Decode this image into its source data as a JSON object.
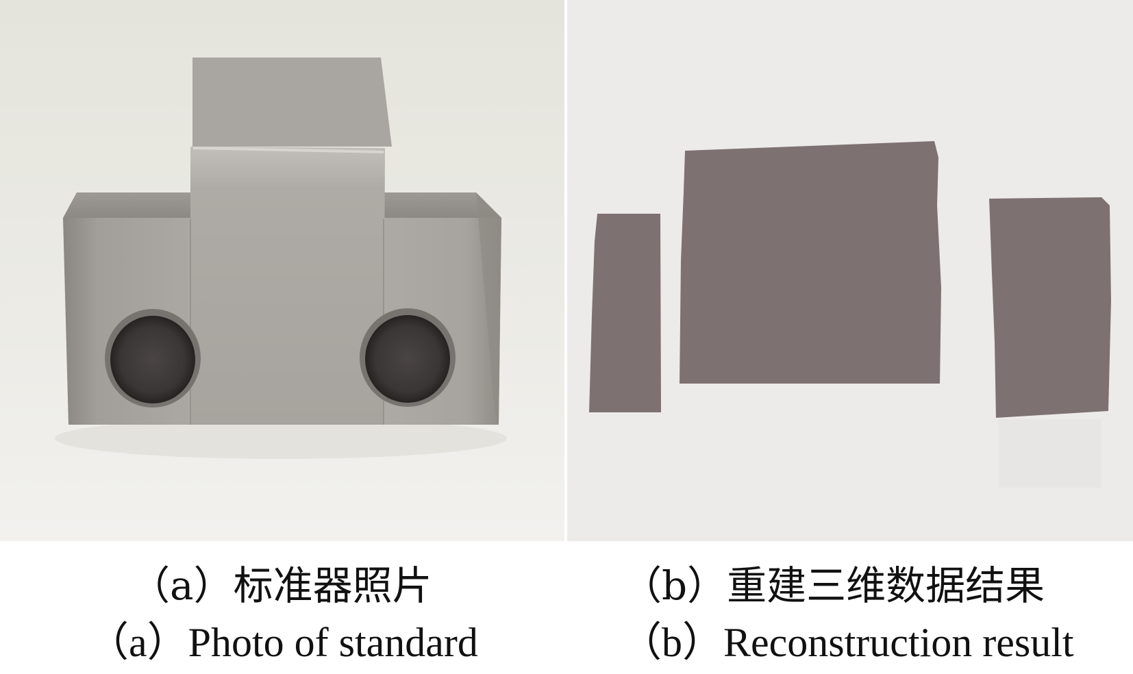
{
  "captions": {
    "a": {
      "zh": "（a）标准器照片",
      "en": "（a）Photo of standard"
    },
    "b": {
      "zh": "（b）重建三维数据结果",
      "en": "（b）Reconstruction result"
    }
  },
  "colors": {
    "photo_background": "#e9e8e3",
    "metal_light": "#b3afaa",
    "metal_mid": "#9c9893",
    "metal_dark": "#85817c",
    "hole_dark": "#3b3736",
    "reconstruction_background": "#edeaea",
    "reconstruction_fill": "#7d7271"
  }
}
